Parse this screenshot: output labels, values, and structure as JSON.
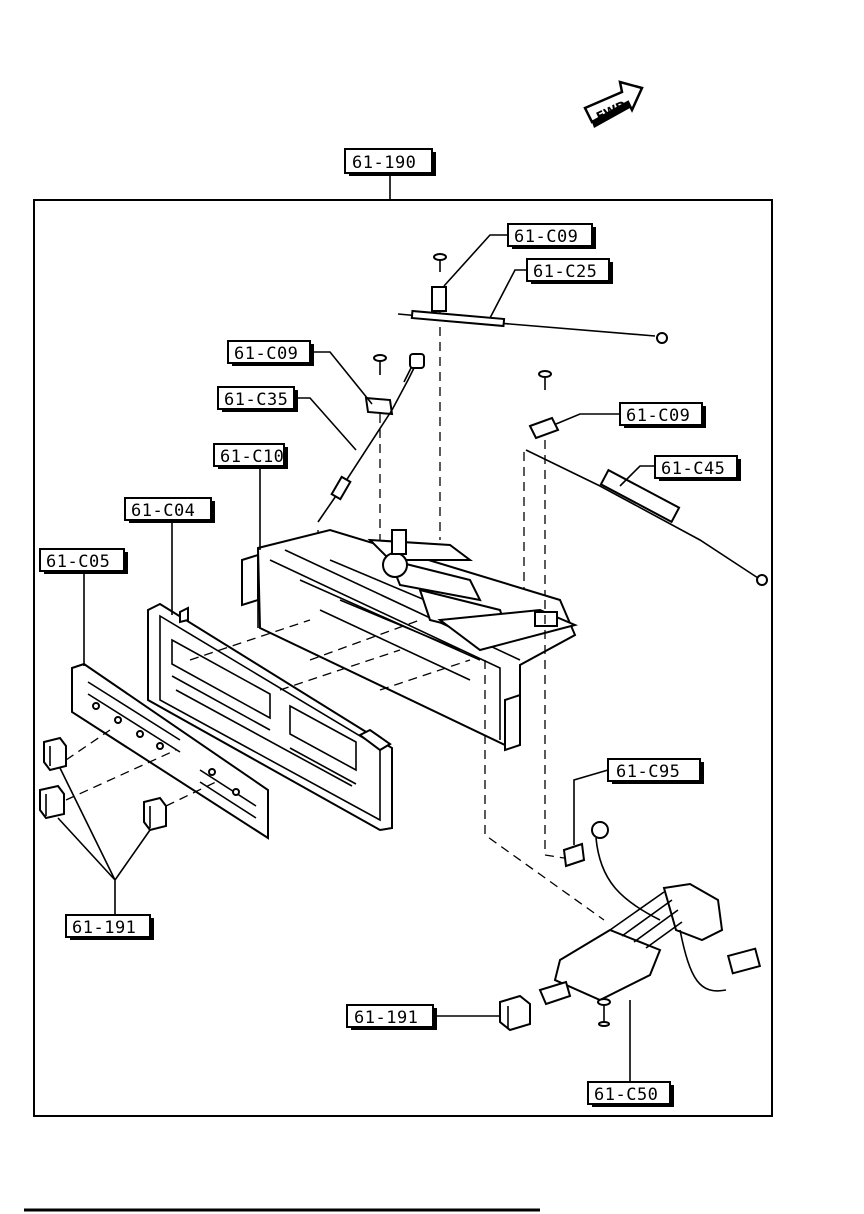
{
  "fwd_badge": "FWD",
  "labels": {
    "assembly": "61-190",
    "screw_top": "61-C09",
    "cable_top": "61-C25",
    "screw_left": "61-C09",
    "cable_left": "61-C35",
    "housing": "61-C10",
    "screw_right": "61-C09",
    "cable_right": "61-C45",
    "frame": "61-C04",
    "panel": "61-C05",
    "bulb": "61-C95",
    "knobs_left": "61-191",
    "knob_bottom": "61-191",
    "switch": "61-C50"
  }
}
